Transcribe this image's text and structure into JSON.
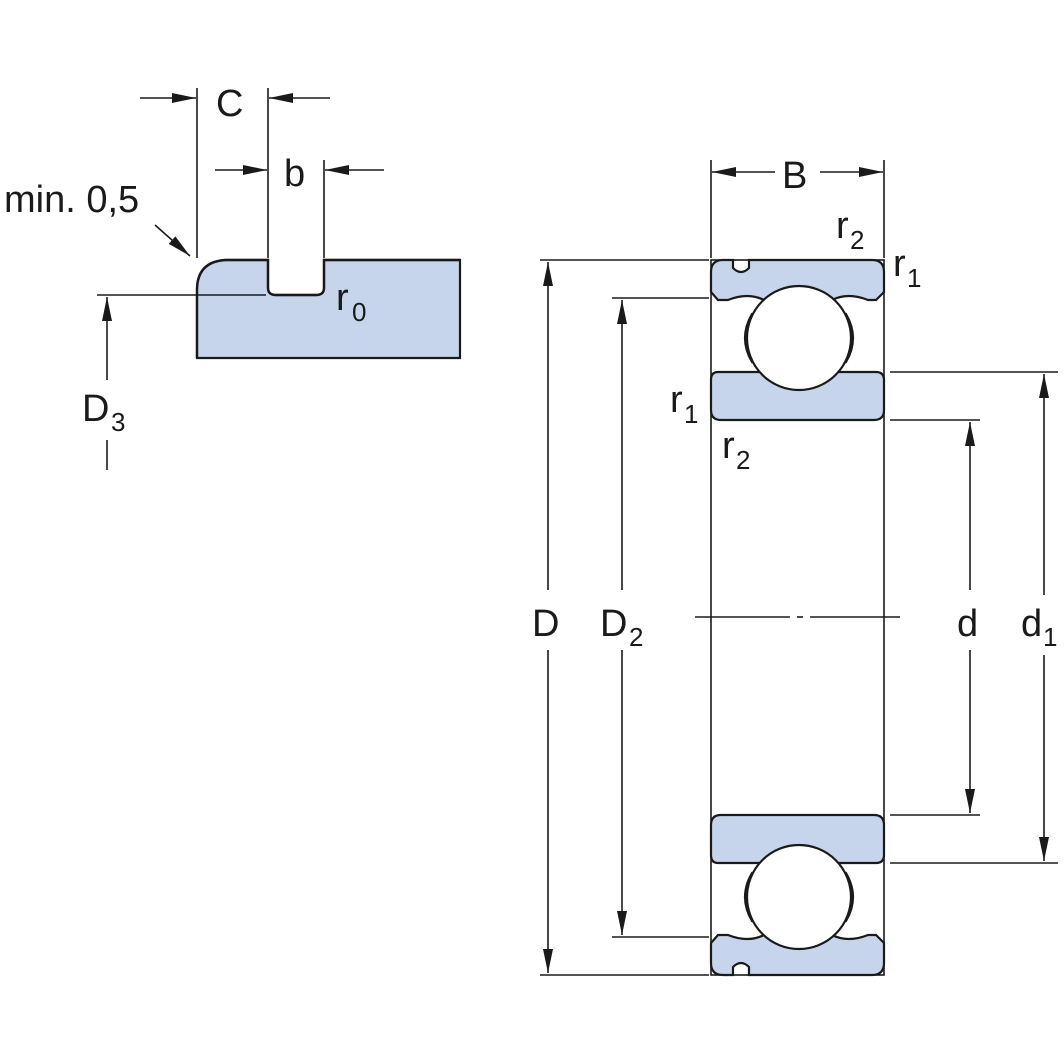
{
  "colors": {
    "fill": "#c7d5ec",
    "stroke": "#1a1a1a",
    "background": "#ffffff"
  },
  "detail": {
    "label_C": "C",
    "label_b": "b",
    "label_min": "min. 0,5",
    "label_r0": "r",
    "label_r0_sub": "0",
    "label_D3": "D",
    "label_D3_sub": "3"
  },
  "bearing": {
    "label_B": "B",
    "label_D": "D",
    "label_D2": "D",
    "label_D2_sub": "2",
    "label_d": "d",
    "label_d1": "d",
    "label_d1_sub": "1",
    "label_r1_top": "r",
    "label_r1_top_sub": "1",
    "label_r2_top": "r",
    "label_r2_top_sub": "2",
    "label_r1_mid": "r",
    "label_r1_mid_sub": "1",
    "label_r2_mid": "r",
    "label_r2_mid_sub": "2"
  }
}
